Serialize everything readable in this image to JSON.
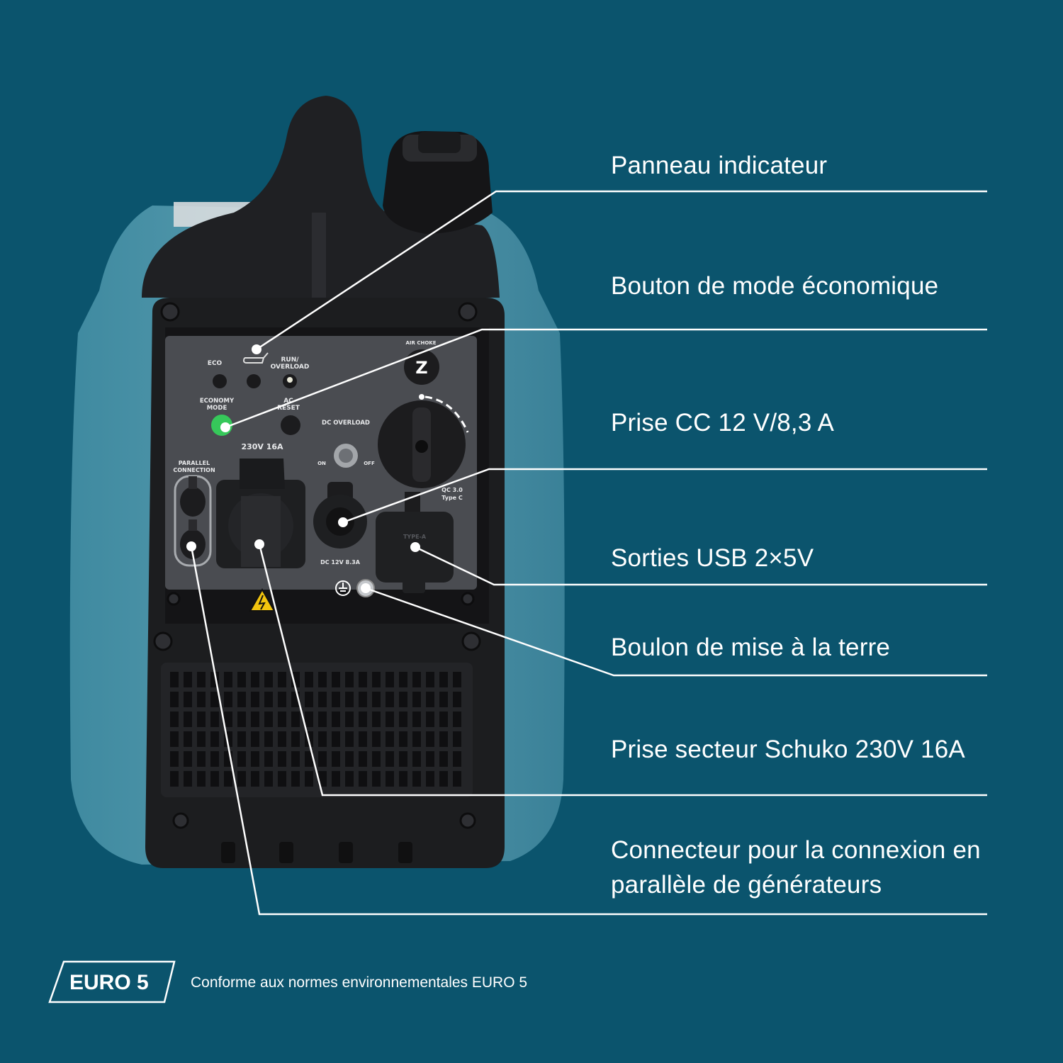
{
  "labels": {
    "indicator_panel": "Panneau indicateur",
    "eco_button": "Bouton de mode économique",
    "dc_socket": "Prise CC 12 V/8,3 A",
    "usb_outputs": "Sorties USB 2×5V",
    "ground_bolt": "Boulon de mise à la terre",
    "schuko_socket": "Prise secteur Schuko 230V 16A",
    "parallel_line1": "Connecteur pour la connexion en",
    "parallel_line2": "parallèle de générateurs"
  },
  "panel": {
    "eco": "ECO",
    "run_overload_1": "RUN/",
    "run_overload_2": "OVERLOAD",
    "economy_mode_1": "ECONOMY",
    "economy_mode_2": "MODE",
    "ac_reset_1": "AC",
    "ac_reset_2": "RESET",
    "air_choke": "AIR CHOKE",
    "dc_overload": "DC OVERLOAD",
    "ac_rating": "230V  16A",
    "parallel_1": "PARALLEL",
    "parallel_2": "CONNECTION",
    "qc_1": "QC 3.0",
    "qc_2": "Type C",
    "dc_rating": "DC 12V 8.3A",
    "on": "ON",
    "off": "OFF",
    "type_a": "TYPE-A"
  },
  "footer": {
    "badge": "EURO 5",
    "text": "Conforme aux normes environnementales EURO 5"
  },
  "colors": {
    "background": "#0b546d",
    "body_blue": "#4e8fa3",
    "frame_black": "#1c1d1f",
    "panel_grey": "#4a4c51",
    "eco_green": "#36c85a",
    "leader_line": "#ffffff"
  }
}
